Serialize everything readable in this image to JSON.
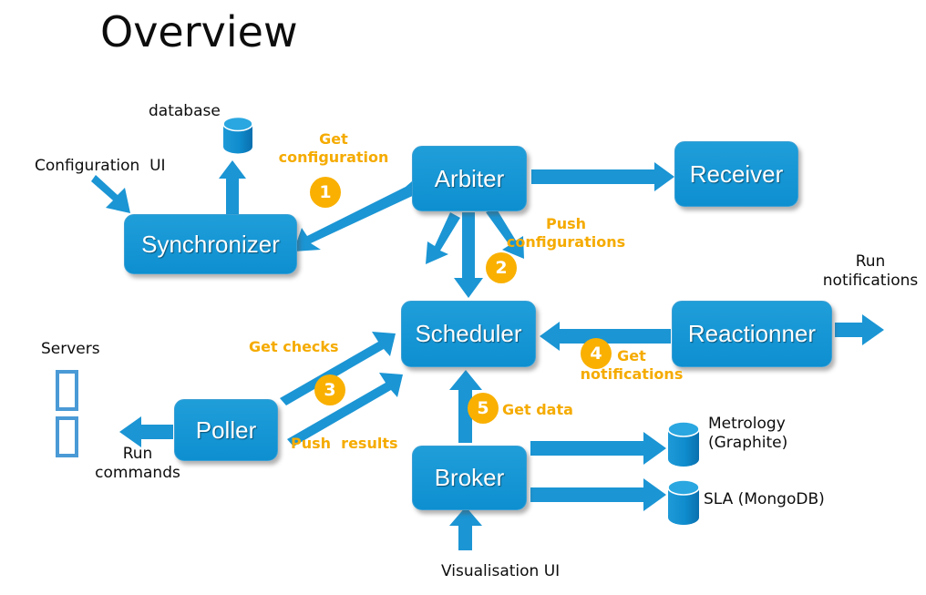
{
  "page": {
    "title": "Overview",
    "bg": "#ffffff",
    "node_color": "#0e8fd0",
    "arrow_color": "#1b95d4",
    "accent_color": "#f9b000",
    "text_color": "#0d0d0d"
  },
  "nodes": [
    {
      "id": "synchronizer",
      "label": "Synchronizer"
    },
    {
      "id": "arbiter",
      "label": "Arbiter"
    },
    {
      "id": "receiver",
      "label": "Receiver"
    },
    {
      "id": "scheduler",
      "label": "Scheduler"
    },
    {
      "id": "reactionner",
      "label": "Reactionner"
    },
    {
      "id": "poller",
      "label": "Poller"
    },
    {
      "id": "broker",
      "label": "Broker"
    }
  ],
  "datastores": [
    {
      "id": "database",
      "label": "database"
    },
    {
      "id": "metrology",
      "label": "Metrology\n(Graphite)"
    },
    {
      "id": "sla",
      "label": "SLA (MongoDB)"
    }
  ],
  "externals": [
    {
      "id": "configuration-ui",
      "label": "Configuration  UI"
    },
    {
      "id": "servers",
      "label": "Servers"
    },
    {
      "id": "run-commands",
      "label": "Run\ncommands"
    },
    {
      "id": "run-notifications",
      "label": "Run\nnotifications"
    },
    {
      "id": "visualisation-ui",
      "label": "Visualisation UI"
    }
  ],
  "flows": [
    {
      "id": "get-configuration",
      "step": "1",
      "label": "Get\nconfiguration"
    },
    {
      "id": "push-configurations",
      "step": "2",
      "label": "Push\nconfigurations"
    },
    {
      "id": "get-checks",
      "step": "3",
      "label": "Get checks"
    },
    {
      "id": "push-results",
      "step": "",
      "label": "Push  results"
    },
    {
      "id": "get-notifications",
      "step": "4",
      "label": "Get\nnotifications"
    },
    {
      "id": "get-data",
      "step": "5",
      "label": "Get data"
    }
  ],
  "steps": {
    "s1": "1",
    "s2": "2",
    "s3": "3",
    "s4": "4",
    "s5": "5"
  }
}
